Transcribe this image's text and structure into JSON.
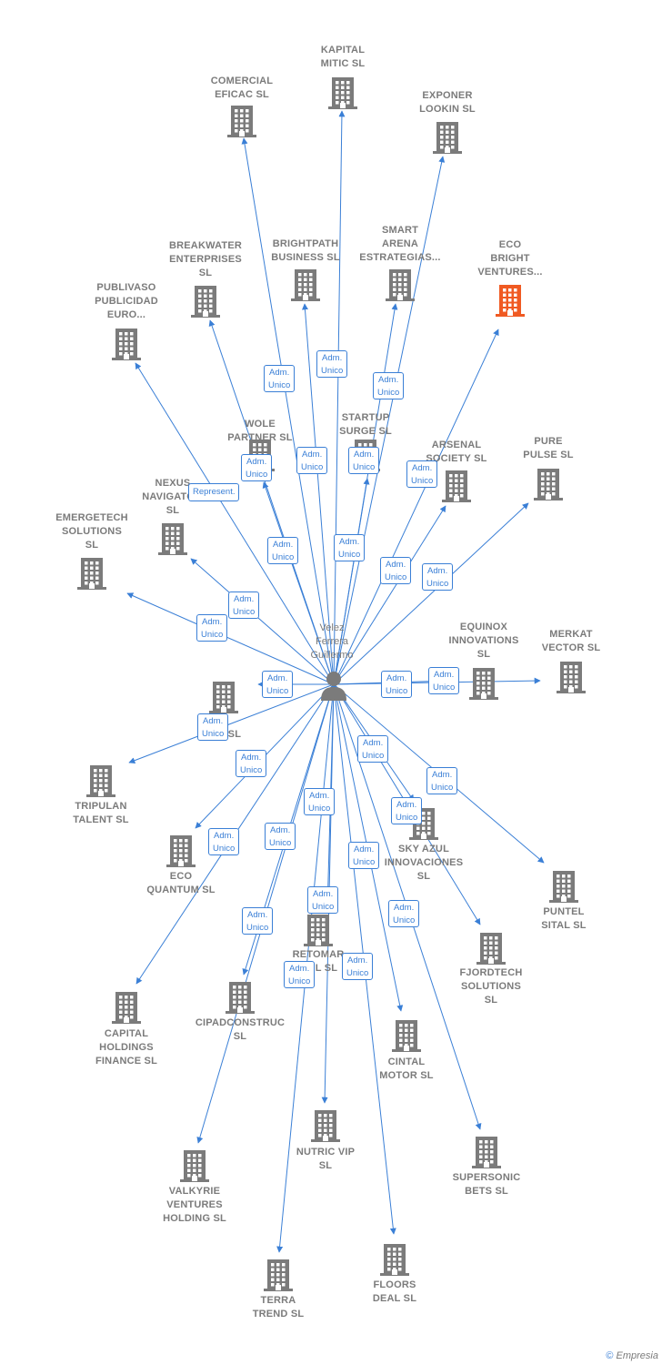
{
  "person": {
    "name": "Velez\nFerrera\nGuillermo"
  },
  "companies": [
    {
      "id": "kapital",
      "name": "KAPITAL\nMITIC  SL"
    },
    {
      "id": "comercial",
      "name": "COMERCIAL\nEFICAC  SL"
    },
    {
      "id": "exponer",
      "name": "EXPONER\nLOOKIN  SL"
    },
    {
      "id": "breakwater",
      "name": "BREAKWATER\nENTERPRISES\nSL"
    },
    {
      "id": "brightpath",
      "name": "BRIGHTPATH\nBUSINESS  SL"
    },
    {
      "id": "smart",
      "name": "SMART\nARENA\nESTRATEGIAS..."
    },
    {
      "id": "eco-bright",
      "name": "ECO\nBRIGHT\nVENTURES...",
      "highlight": true
    },
    {
      "id": "publivaso",
      "name": "PUBLIVASO\nPUBLICIDAD\nEURO..."
    },
    {
      "id": "wole",
      "name": "WOLE\nPARTNER  SL"
    },
    {
      "id": "startup",
      "name": "STARTUP\nSURGE  SL"
    },
    {
      "id": "arsenal",
      "name": "ARSENAL\nSOCIETY  SL"
    },
    {
      "id": "pure",
      "name": "PURE\nPULSE  SL"
    },
    {
      "id": "nexus",
      "name": "NEXUS\nNAVIGATO...\nSL"
    },
    {
      "id": "emergetech",
      "name": "EMERGETECH\nSOLUTIONS\nSL"
    },
    {
      "id": "equinox",
      "name": "EQUINOX\nINNOVATIONS\nSL"
    },
    {
      "id": "merkat",
      "name": "MERKAT\nVECTOR  SL"
    },
    {
      "id": "pi",
      "name": "PI...  SL"
    },
    {
      "id": "tripulan",
      "name": "TRIPULAN\nTALENT  SL"
    },
    {
      "id": "sky",
      "name": "SKY AZUL\nINNOVACIONES\nSL"
    },
    {
      "id": "eco-quantum",
      "name": "ECO\nQUANTUM  SL"
    },
    {
      "id": "puntel",
      "name": "PUNTEL\nSITAL  SL"
    },
    {
      "id": "retomar",
      "name": "RETOMAR\nC...L  SL"
    },
    {
      "id": "fjordtech",
      "name": "FJORDTECH\nSOLUTIONS\nSL"
    },
    {
      "id": "capital",
      "name": "CAPITAL\nHOLDINGS\nFINANCE  SL"
    },
    {
      "id": "cipad",
      "name": "CIPADCONSTRUC\nSL"
    },
    {
      "id": "cintal",
      "name": "CINTAL\nMOTOR  SL"
    },
    {
      "id": "nutric",
      "name": "NUTRIC VIP\nSL"
    },
    {
      "id": "supersonic",
      "name": "SUPERSONIC\nBETS  SL"
    },
    {
      "id": "valkyrie",
      "name": "VALKYRIE\nVENTURES\nHOLDING  SL"
    },
    {
      "id": "floors",
      "name": "FLOORS\nDEAL  SL"
    },
    {
      "id": "terra",
      "name": "TERRA\nTREND  SL"
    }
  ],
  "roles": {
    "adm": "Adm.\nUnico",
    "represent": "Represent."
  },
  "colors": {
    "edge": "#3a7fd6",
    "building": "#7b7b7b",
    "building_highlight": "#f05a22",
    "person": "#7b7b7b"
  },
  "footer": {
    "copyright": "©",
    "brand": "Empresia"
  }
}
